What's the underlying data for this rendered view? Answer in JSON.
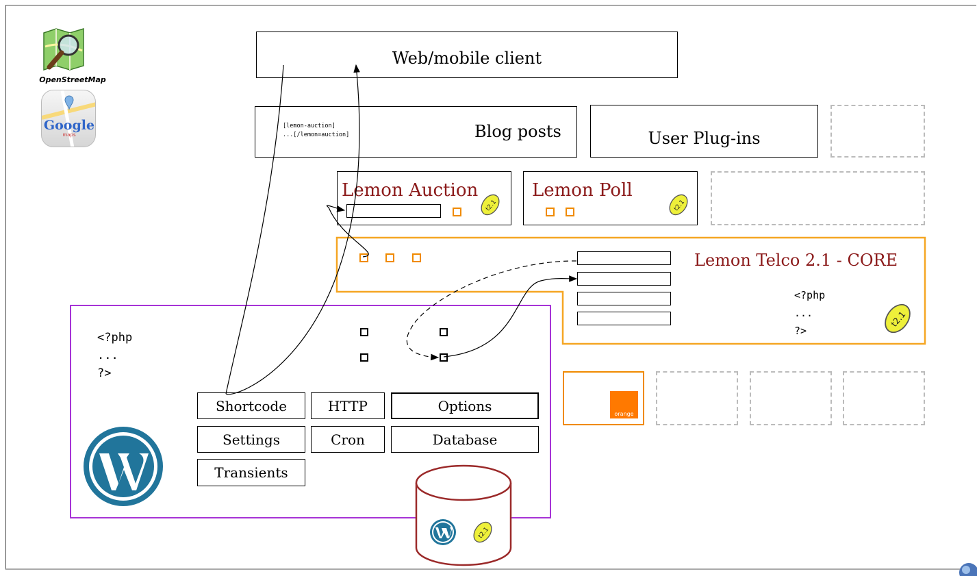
{
  "brand": {
    "osm_label": "OpenStreetMap",
    "google_label": "Google",
    "google_sub": "maps",
    "orange_label": "orange"
  },
  "client": {
    "label": "Web/mobile client"
  },
  "blog": {
    "label": "Blog posts",
    "code_line1": "[lemon-auction]",
    "code_line2": "...[/lemon=auction]"
  },
  "user_plugins": {
    "label": "User Plug-ins"
  },
  "plugins": {
    "auction": "Lemon Auction",
    "poll": "Lemon Poll"
  },
  "core": {
    "title": "Lemon Telco 2.1 - CORE",
    "code": [
      "<?php",
      "...",
      "?>"
    ]
  },
  "wordpress": {
    "code": [
      "<?php",
      "...",
      "?>"
    ],
    "modules": {
      "shortcode": "Shortcode",
      "http": "HTTP",
      "options": "Options",
      "settings": "Settings",
      "cron": "Cron",
      "database": "Database",
      "transients": "Transients"
    }
  },
  "lemon_badge": "t2.1",
  "colors": {
    "core_border": "#f5a623",
    "wordpress_border": "#a633d6",
    "database_stroke": "#9b2a2a",
    "plugin_title": "#8b1a1a",
    "orange_brand": "#ff7900",
    "wp_blue": "#21759b",
    "lemon": "#eef03a"
  }
}
